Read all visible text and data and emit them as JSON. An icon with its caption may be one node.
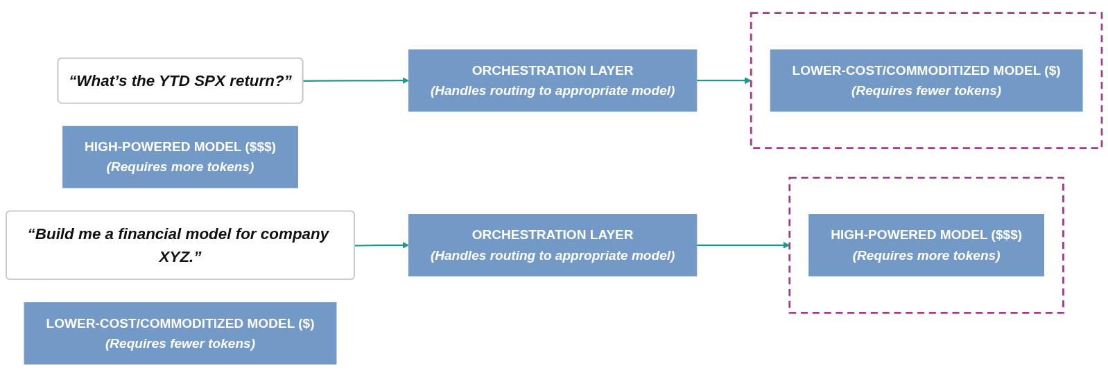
{
  "diagram": {
    "nodes": [
      {
        "text": [
          "“What’s the YTD SPX return?”"
        ]
      },
      {
        "text": [
          "ORCHESTRATION LAYER",
          "(Handles routing to appropriate model)"
        ]
      },
      {
        "text": [],
        "shape": "box"
      },
      {
        "text": [
          "LOWER-COST/COMMODITIZED MODEL ($)",
          "(Requires fewer tokens)"
        ],
        "in": 2
      },
      {
        "text": [
          "HIGH-POWERED MODEL ($$$)",
          "(Requires more tokens)"
        ]
      },
      {
        "text": [
          "“Build me a financial model for company XYZ.”"
        ]
      },
      {
        "text": [
          "ORCHESTRATION LAYER",
          "(Handles routing to appropriate model)"
        ]
      },
      {
        "text": [
          "LOWER-COST/COMMODITIZED MODEL ($)",
          "(Requires fewer tokens)"
        ]
      },
      {
        "text": [],
        "shape": "box"
      },
      {
        "text": [
          "HIGH-POWERED MODEL ($$$)",
          "(Requires more tokens)"
        ],
        "in": 8
      }
    ],
    "edges": [
      {
        "from": 0,
        "to": 1,
        "arrow": "to"
      },
      {
        "from": 1,
        "to": 2,
        "arrow": "to"
      },
      {
        "from": 5,
        "to": 6,
        "arrow": "to"
      },
      {
        "from": 6,
        "to": 8,
        "arrow": "to"
      }
    ]
  }
}
